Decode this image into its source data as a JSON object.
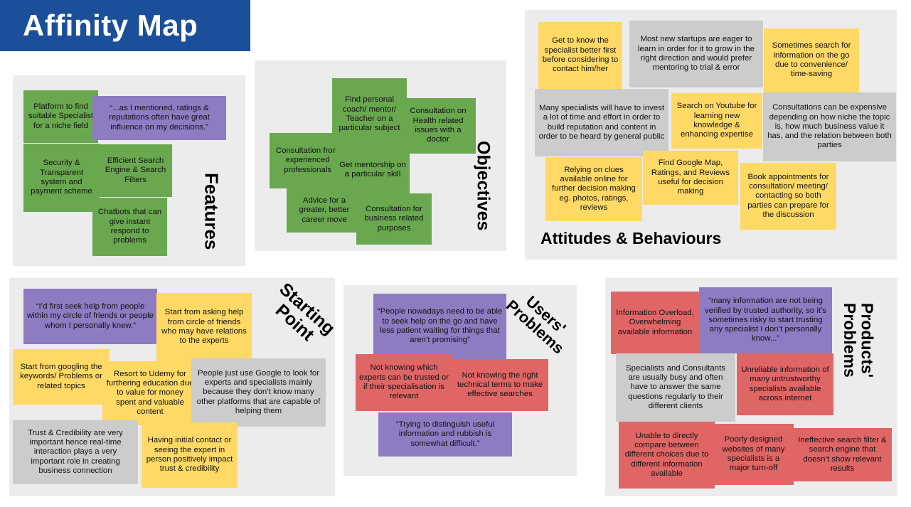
{
  "title": "Affinity Map",
  "sections": {
    "features": "Features",
    "objectives": "Objectives",
    "attitudes": "Attitudes & Behaviours",
    "starting_point": "Starting\nPoint",
    "users_problems": "Users'\nProblems",
    "products_problems": "Products'\nProblems"
  },
  "colors": {
    "title_bg": "#1c4f99",
    "green": "#6aa84f",
    "purple": "#8e7cc3",
    "yellow": "#ffd966",
    "gray": "#cccccc",
    "red": "#e06666",
    "panel": "#ececec"
  },
  "notes": {
    "features": [
      "Platform to find suitable Specialist for a niche field",
      "“...as I mentioned, ratings & reputations often have great influence on my decisions.”",
      "Security & Transparent system and payment scheme",
      "Efficient Search Engine & Search Filters",
      "Chatbots that can give instant respond to problems"
    ],
    "objectives": [
      "Find personal coach/ mentor/ Teacher on a particular subject",
      "Consultation on Health related issues with a doctor",
      "Consultation from experienced professionals",
      "Get mentorship on a particular skill",
      "Advice for a greater, better career move",
      "Consultation for business related purposes"
    ],
    "attitudes": [
      "Get to know the specialist better first before considering to contact him/her",
      "Most new startups are eager to learn in order for it to grow in the right direction and would prefer mentoring to trial & error",
      "Sometimes search for information on the go due to convenience/ time-saving",
      "Many specialists will have to invest a lot of time and effort in order to build reputation and content in order to be heard by general public",
      "Search on Youtube for learning new knowledge & enhancing expertise",
      "Consultations can be expensive depending on how niche the topic is, how much business value it has, and the relation between both parties",
      "Relying on clues available online for further decision making eg. photos, ratings, reviews",
      "Find Google Map, Ratings, and Reviews useful for decision making",
      "Book appointments for consultation/ meeting/ contacting so both parties can prepare for the discussion"
    ],
    "starting_point": [
      "“I’d first seek help from people within my circle of friends or people whom I personally knew.”",
      "Start from asking help from circle of friends who may have relations to the experts",
      "Start from googling the keywords/ Problems or related topics",
      "Resort to Udemy for furthering education due to value for money spent and valuable content",
      "People just use Google to look for experts and specialists mainly because they don’t know many other platforms that are capable of helping them",
      "Trust & Credibility are very important hence real-time interaction plays a very important role in creating business connection",
      "Having initial contact or seeing the expert in person positively impact trust & credibility"
    ],
    "users_problems": [
      "“People nowadays need to be able to seek help on the go and have less patient waiting for things that aren’t promising”",
      "Not knowing which experts can be trusted or if their specialisation is relevant",
      "Not knowing the right technical terms to make effective searches",
      "“Trying to distinguish useful information and rubbish is somewhat difficult.”"
    ],
    "products_problems": [
      "Information Overload, Overwhelming available information",
      "“many information are not being verified by trusted authority, so it’s sometimes risky to start trusting any specialist I don’t personally know...”",
      "Specialists and Consultants are usually busy and often have to answer the same questions regularly to their different clients",
      "Unreliable information of many untrustworthy specialists available across internet",
      "Unable to directly compare between different choices due to different information available",
      "Poorly designed websites of many specialists is a major turn-off",
      "Ineffective search filter & search engine that doesn’t show relevant results"
    ]
  }
}
